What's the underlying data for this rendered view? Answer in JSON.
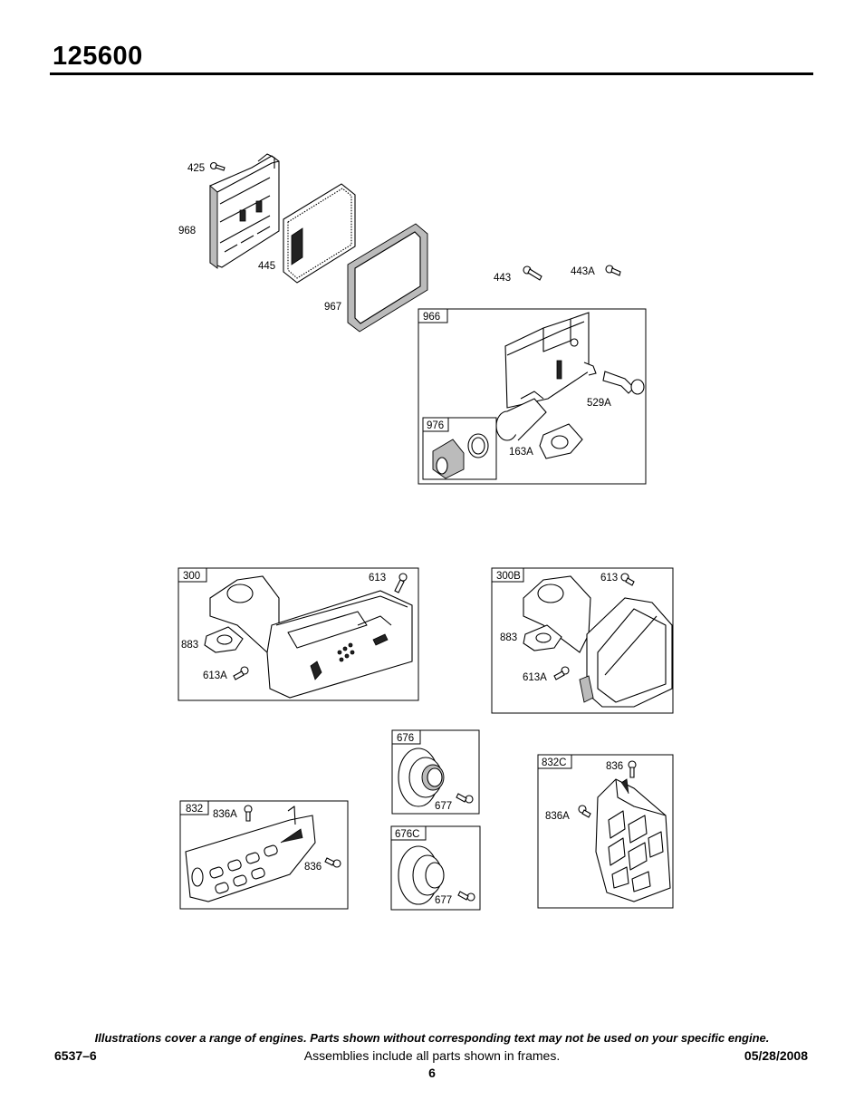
{
  "header": {
    "title": "125600"
  },
  "parts": {
    "p425": "425",
    "p968": "968",
    "p445": "445",
    "p967": "967",
    "p443": "443",
    "p443A": "443A",
    "p966": "966",
    "p529A": "529A",
    "p976": "976",
    "p163A": "163A",
    "p300": "300",
    "p613_a": "613",
    "p883_a": "883",
    "p613A_a": "613A",
    "p300B": "300B",
    "p613_b": "613",
    "p883_b": "883",
    "p613A_b": "613A",
    "p676": "676",
    "p677_a": "677",
    "p676C": "676C",
    "p677_b": "677",
    "p832": "832",
    "p836A_a": "836A",
    "p836_a": "836",
    "p832C": "832C",
    "p836_b": "836",
    "p836A_b": "836A"
  },
  "footer": {
    "note": "Illustrations cover a range of engines. Parts shown without corresponding text may not be used on your specific engine.",
    "doc_number": "6537–6",
    "assemblies_note": "Assemblies include all parts shown in frames.",
    "date": "05/28/2008",
    "page": "6"
  }
}
